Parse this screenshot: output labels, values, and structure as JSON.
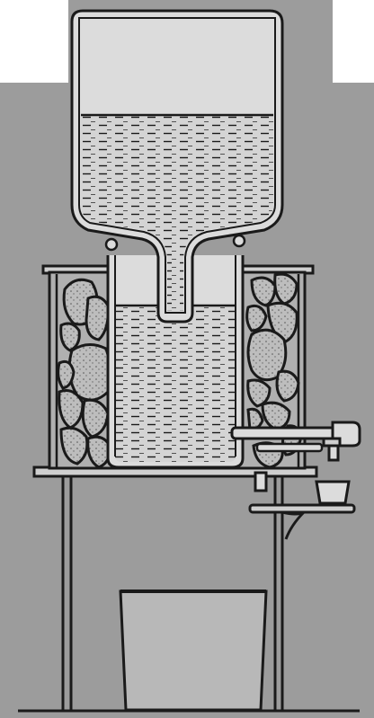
{
  "figure": {
    "colors": {
      "paper": "#ffffff",
      "background": "#9c9c9c",
      "ink": "#1a1a1a",
      "glass": "#dcdcdc",
      "water": "#d4d4d4",
      "stone": "#bdbdbd"
    },
    "parts": [
      "water-bottle",
      "ice-chamber",
      "ice-stones",
      "water-reservoir",
      "spigot",
      "cup",
      "stand",
      "cup-shelf",
      "waste-pail"
    ]
  }
}
